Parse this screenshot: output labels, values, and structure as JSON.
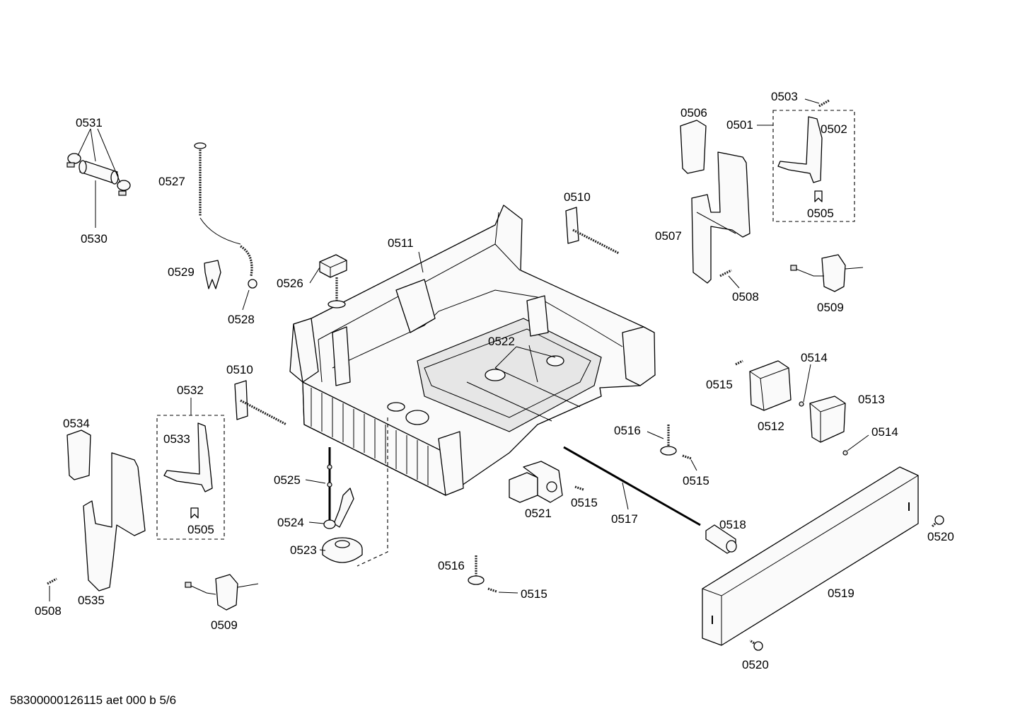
{
  "labels": {
    "p0501": "0501",
    "p0502": "0502",
    "p0503": "0503",
    "p0505a": "0505",
    "p0505b": "0505",
    "p0506": "0506",
    "p0507": "0507",
    "p0508a": "0508",
    "p0508b": "0508",
    "p0509a": "0509",
    "p0509b": "0509",
    "p0510a": "0510",
    "p0510b": "0510",
    "p0511": "0511",
    "p0512": "0512",
    "p0513": "0513",
    "p0514a": "0514",
    "p0514b": "0514",
    "p0515a": "0515",
    "p0515b": "0515",
    "p0515c": "0515",
    "p0515d": "0515",
    "p0516a": "0516",
    "p0516b": "0516",
    "p0517": "0517",
    "p0518": "0518",
    "p0519": "0519",
    "p0520a": "0520",
    "p0520b": "0520",
    "p0521": "0521",
    "p0522": "0522",
    "p0523": "0523",
    "p0524": "0524",
    "p0525": "0525",
    "p0526": "0526",
    "p0527": "0527",
    "p0528": "0528",
    "p0529": "0529",
    "p0530": "0530",
    "p0531": "0531",
    "p0532": "0532",
    "p0533": "0533",
    "p0534": "0534",
    "p0535": "0535"
  },
  "footer": "58300000126115 aet 000 b 5/6"
}
